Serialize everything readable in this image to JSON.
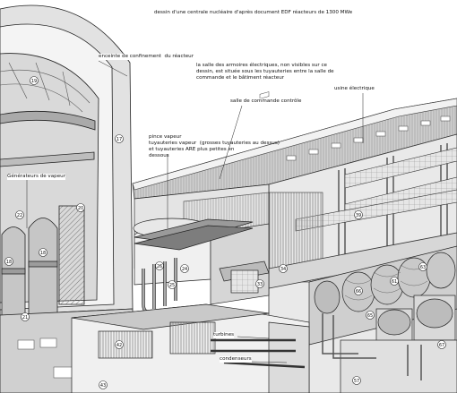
{
  "caption": "dessin d'une centrale nucléaire d'après document EDF réacteurs de 1300 MWe",
  "labels": {
    "containment": "enceinte de confinement  du réacteur",
    "electrical_room": "la salle des armoires électriques, non visibles sur ce\ndessin, est située sous les tuyauteries entre la salle de\ncommande et le bâtiment réacteur",
    "electric_plant": "usine électrique",
    "control_room": "salle de commande contrôle",
    "steam_clamp": "pince vapeur\ntuyauteries vapeur  (grosses tuyauteries au dessus)\net tuyauteries ARE plus petites en\ndessous",
    "steam_generators": "Générateurs de vapeur",
    "turbines": "turbines",
    "condensers": "condenseurs"
  },
  "callouts": [
    "19",
    "17",
    "20",
    "22",
    "18",
    "18",
    "21",
    "26",
    "25",
    "24",
    "33",
    "34",
    "39",
    "61",
    "63",
    "65",
    "66",
    "67",
    "42",
    "43",
    "57"
  ]
}
